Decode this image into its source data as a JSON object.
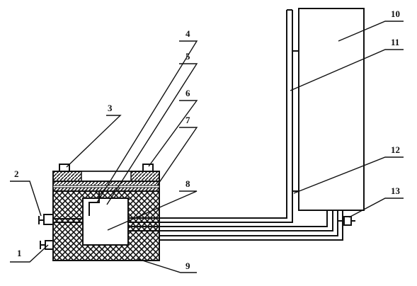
{
  "diagram": {
    "labels": [
      {
        "id": "1",
        "text": "1"
      },
      {
        "id": "2",
        "text": "2"
      },
      {
        "id": "3",
        "text": "3"
      },
      {
        "id": "4",
        "text": "4"
      },
      {
        "id": "5",
        "text": "5"
      },
      {
        "id": "6",
        "text": "6"
      },
      {
        "id": "7",
        "text": "7"
      },
      {
        "id": "8",
        "text": "8"
      },
      {
        "id": "9",
        "text": "9"
      },
      {
        "id": "10",
        "text": "10"
      },
      {
        "id": "11",
        "text": "11"
      },
      {
        "id": "12",
        "text": "12"
      },
      {
        "id": "13",
        "text": "13"
      }
    ],
    "colors": {
      "ink": "#111111",
      "paper": "#ffffff"
    }
  }
}
